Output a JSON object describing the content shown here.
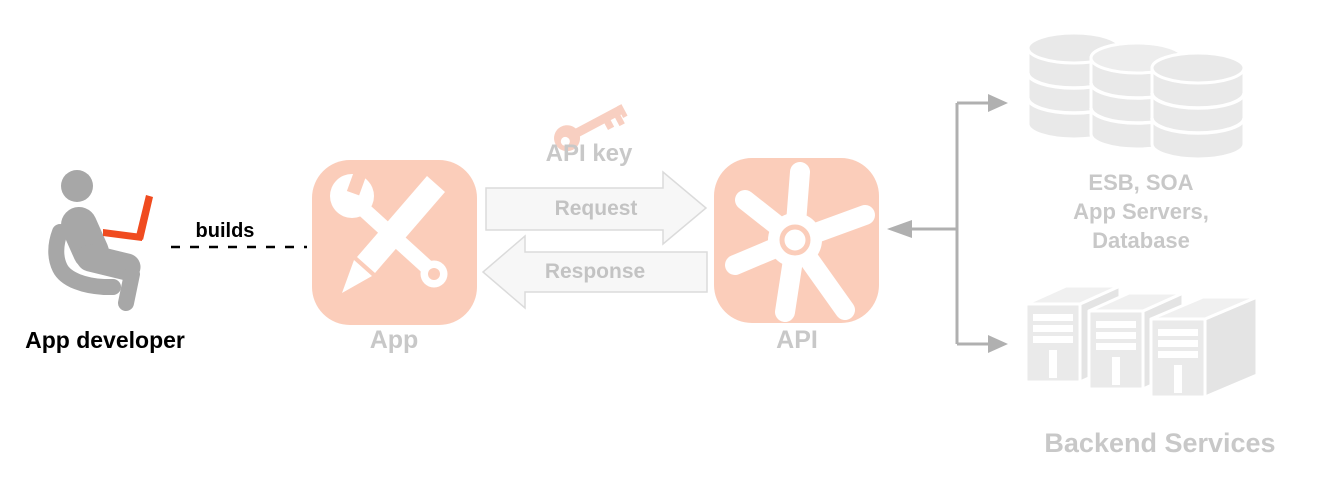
{
  "diagram": {
    "developer": {
      "label": "App developer",
      "icon": "person-with-laptop-icon"
    },
    "builds_connector": {
      "label": "builds"
    },
    "app": {
      "label": "App",
      "icon": "wrench-pencil-icon"
    },
    "api_key": {
      "label": "API key",
      "icon": "key-icon"
    },
    "request_arrow": {
      "label": "Request"
    },
    "response_arrow": {
      "label": "Response"
    },
    "api": {
      "label": "API",
      "icon": "gear-asterisk-icon"
    },
    "backend_top": {
      "lines": [
        "ESB, SOA",
        "App Servers,",
        "Database"
      ],
      "icon": "database-stack-icon"
    },
    "backend_bottom": {
      "label": "Backend Services",
      "icon": "server-towers-icon"
    }
  },
  "colors": {
    "accent_salmon": "#FBCDBA",
    "key_salmon": "#F8CFC1",
    "laptop_orange": "#F04B1F",
    "person_gray": "#A7A7A7",
    "muted_label_gray": "#C8C8C8",
    "faded_graphic_gray": "#E9E9E9",
    "connector_gray": "#B0B0B0",
    "arrow_fill": "#F7F7F7",
    "arrow_border": "#DBDBDB",
    "text_black": "#000000"
  }
}
